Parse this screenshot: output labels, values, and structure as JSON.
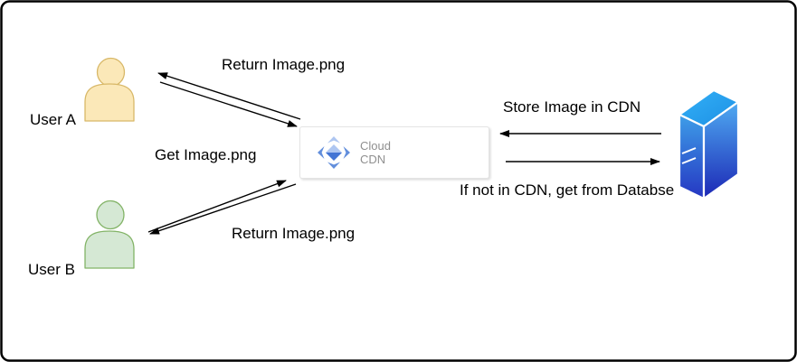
{
  "diagram": {
    "type": "architecture-flow",
    "nodes": {
      "user_a": {
        "label": "User A",
        "icon": "person-icon"
      },
      "user_b": {
        "label": "User B",
        "icon": "person-icon"
      },
      "cloud_cdn": {
        "label_line1": "Cloud",
        "label_line2": "CDN",
        "icon": "cloud-cdn-icon"
      },
      "database": {
        "icon": "server-tower-icon"
      }
    },
    "labels": {
      "user_a": "User A",
      "user_b": "User B",
      "return_image_user_a": "Return Image.png",
      "get_image": "Get Image.png",
      "return_image_user_b": "Return Image.png",
      "store_image_in_cdn": "Store Image in CDN",
      "fallback_note": "If not in CDN, get from Databse",
      "cdn_label": "Cloud\nCDN"
    },
    "edges": [
      {
        "from": "cloud_cdn",
        "to": "user_a",
        "label": "Return Image.png"
      },
      {
        "from": "user_a",
        "to": "cloud_cdn",
        "label": "Get Image.png"
      },
      {
        "from": "user_b",
        "to": "cloud_cdn",
        "label": "Get Image.png"
      },
      {
        "from": "cloud_cdn",
        "to": "user_b",
        "label": "Return Image.png"
      },
      {
        "from": "database",
        "to": "cloud_cdn",
        "label": "Store Image in CDN"
      },
      {
        "from": "cloud_cdn",
        "to": "database",
        "label": "If not in CDN, get from Databse"
      }
    ]
  },
  "colors": {
    "arrow": "#000000",
    "frame_border": "#000000",
    "label_text": "#000000",
    "user_a_fill": "#FBE8B8",
    "user_a_stroke": "#D8B868",
    "user_b_fill": "#D5E8D4",
    "user_b_stroke": "#82B366",
    "cdn_box_border": "#E4E4E4",
    "cdn_label_text": "#8F8F8F",
    "cdn_icon_light": "#AEC6F1",
    "cdn_icon_medium": "#628EDC",
    "cdn_icon_dark": "#4374D4",
    "server_top_light": "#33B1F7",
    "server_top_dark": "#1D8FE4",
    "server_right_top": "#4FABF2",
    "server_right_bottom": "#1C27B5",
    "server_left_top": "#3E9EE8",
    "server_left_bottom": "#2536C2",
    "server_edge": "#FFFFFF"
  }
}
